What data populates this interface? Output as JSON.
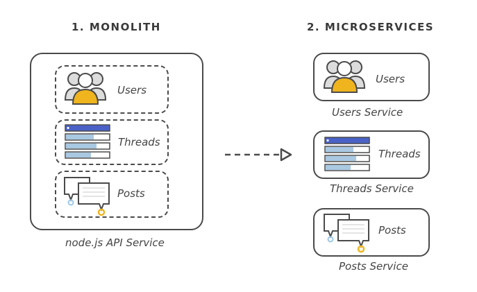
{
  "monolith": {
    "heading": "1. MONOLITH",
    "components": {
      "users": "Users",
      "threads": "Threads",
      "posts": "Posts"
    },
    "caption": "node.js API Service"
  },
  "microservices": {
    "heading": "2. MICROSERVICES",
    "services": {
      "users": {
        "label": "Users",
        "caption": "Users Service"
      },
      "threads": {
        "label": "Threads",
        "caption": "Threads Service"
      },
      "posts": {
        "label": "Posts",
        "caption": "Posts Service"
      }
    }
  },
  "colors": {
    "outline": "#4a4a4a",
    "user_gray": "#dcdcdc",
    "user_front": "#f0b41e",
    "threads_header": "#4a62c8",
    "threads_row": "#a9c8e2",
    "post_blue_dot": "#9cc8ea",
    "post_orange_dot": "#f0b41e"
  },
  "icons": {
    "users": "users-group-icon",
    "threads": "threads-list-icon",
    "posts": "posts-bubbles-icon",
    "arrow": "dashed-arrow-icon"
  }
}
